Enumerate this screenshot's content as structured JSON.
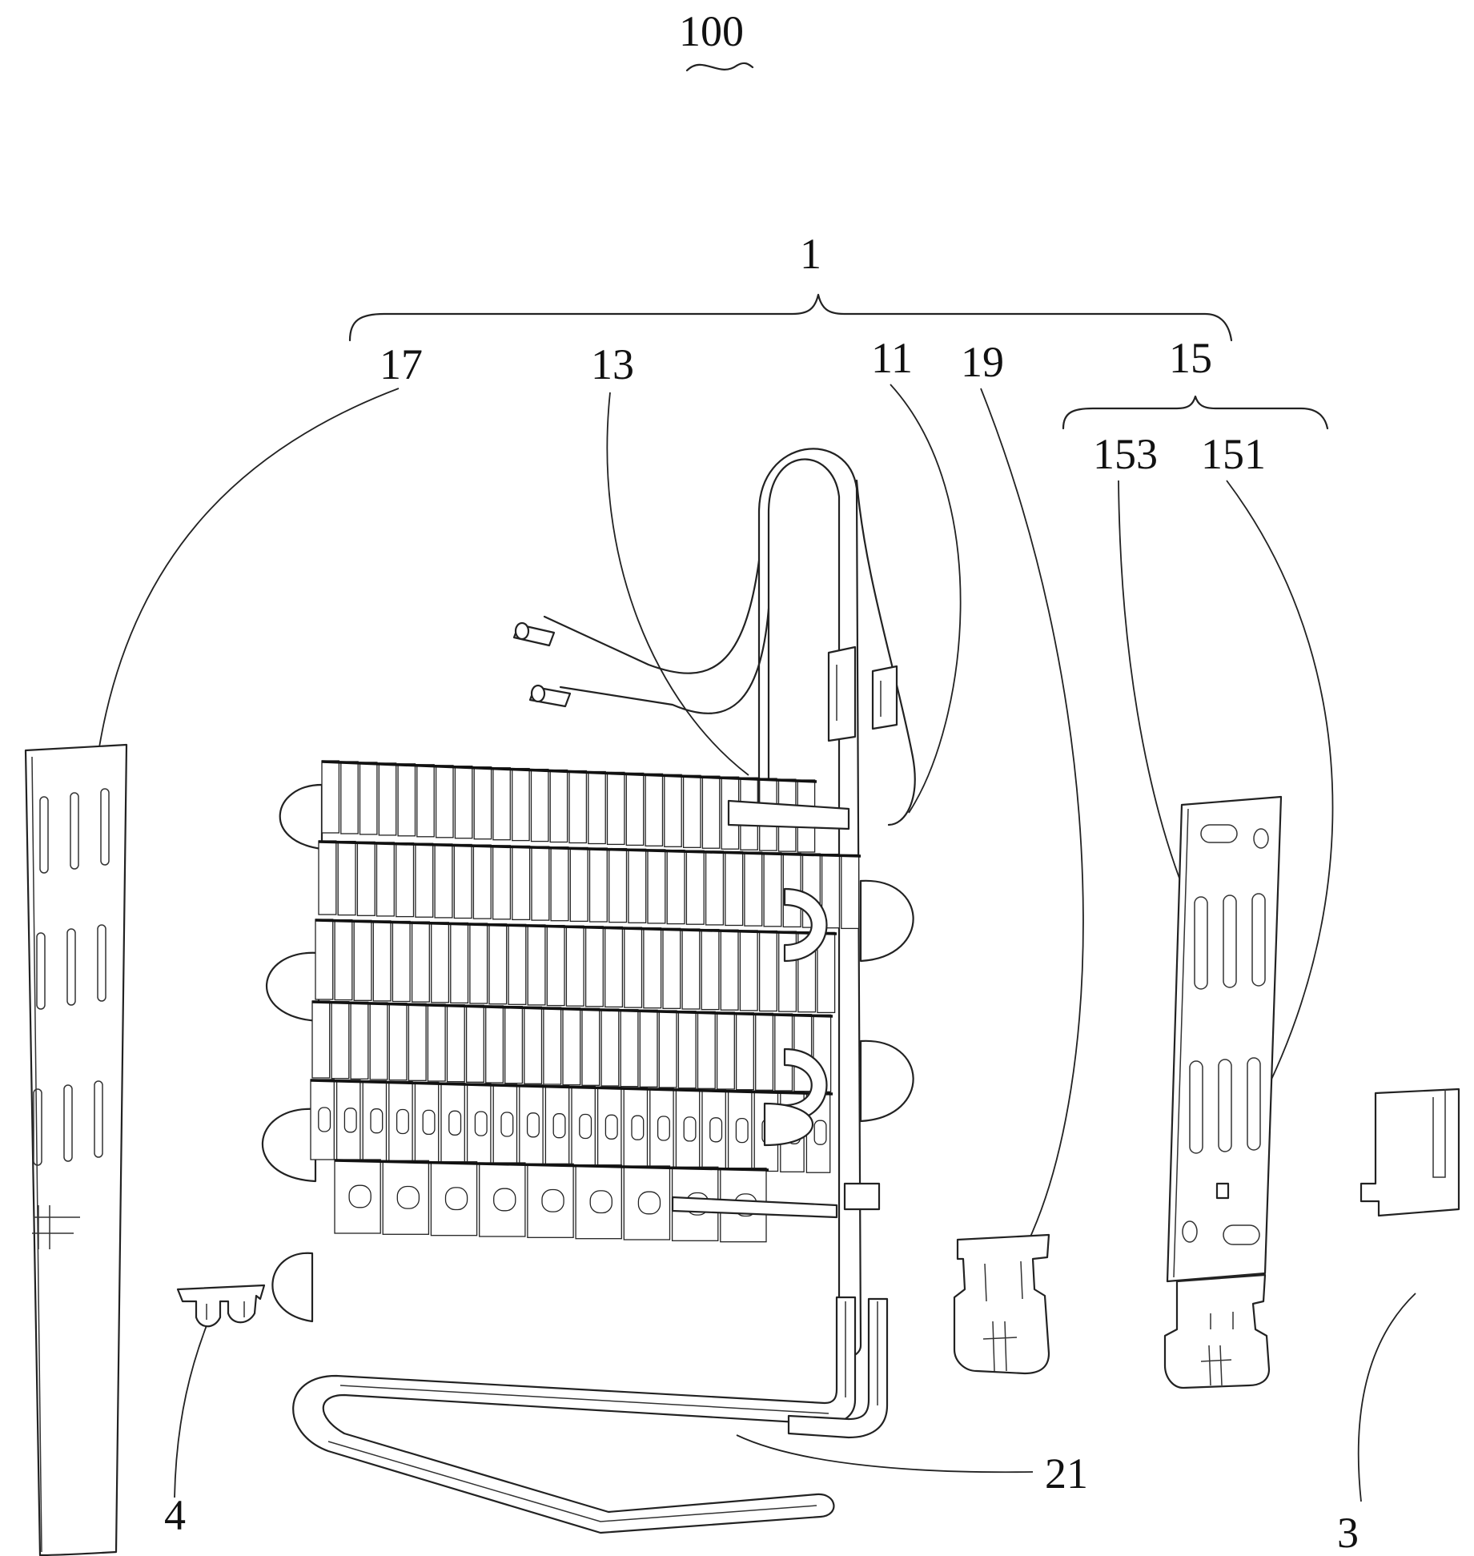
{
  "labels": {
    "assembly": "100",
    "evaporator_assembly": "1",
    "heater_plate_left": "17",
    "fins": "13",
    "tube": "11",
    "clip": "19",
    "heater_plate_right": "15",
    "slot": "153",
    "hole": "151",
    "drain_heater": "21",
    "sensor": "3",
    "clip_small": "4"
  }
}
